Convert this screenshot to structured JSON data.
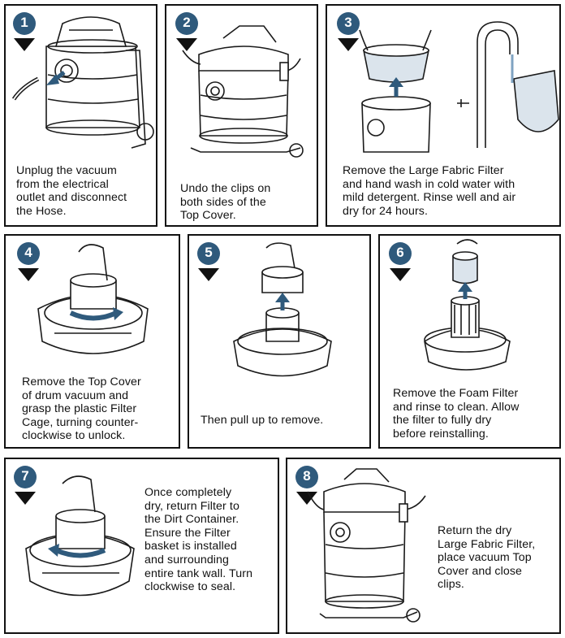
{
  "colors": {
    "badge_blue": "#2f5a7c",
    "arrow_blue": "#2f5a7c",
    "line": "#1a1a1a",
    "background": "#ffffff"
  },
  "steps": [
    {
      "number": "1",
      "illustration": "unplug-hose-illustration",
      "caption": "Unplug the vacuum\nfrom the electrical\noutlet and disconnect\nthe Hose."
    },
    {
      "number": "2",
      "illustration": "undo-clips-illustration",
      "caption": "Undo the clips on\nboth sides of the\nTop Cover."
    },
    {
      "number": "3",
      "illustration": "wash-fabric-filter-illustration",
      "caption": "Remove the Large Fabric Filter\nand hand wash in cold water with\nmild detergent. Rinse well and air\ndry for 24 hours."
    },
    {
      "number": "4",
      "illustration": "twist-filter-cage-illustration",
      "caption": "Remove the Top Cover\nof drum vacuum and\ngrasp the plastic Filter\nCage, turning counter-\nclockwise to unlock."
    },
    {
      "number": "5",
      "illustration": "pull-up-cage-illustration",
      "caption": "Then pull up to remove."
    },
    {
      "number": "6",
      "illustration": "remove-foam-filter-illustration",
      "caption": "Remove the Foam Filter\nand rinse to clean. Allow\nthe filter to fully dry\nbefore reinstalling."
    },
    {
      "number": "7",
      "illustration": "return-filter-illustration",
      "caption": "Once completely\ndry, return Filter to\nthe Dirt Container.\nEnsure the Filter\nbasket is installed\nand surrounding\nentire tank wall. Turn\nclockwise to seal."
    },
    {
      "number": "8",
      "illustration": "close-clips-illustration",
      "caption": "Return the dry\nLarge Fabric Filter,\nplace vacuum Top\nCover and close\nclips."
    }
  ]
}
